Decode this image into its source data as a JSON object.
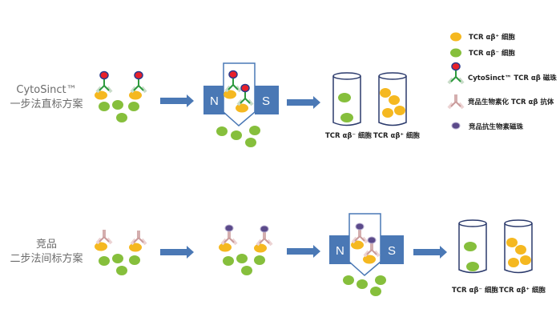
{
  "rows": [
    {
      "id": "cytosinct",
      "label_line1": "CytoSinct™",
      "label_line2": "一步法直标方案",
      "magnet": {
        "north": "N",
        "south": "S"
      },
      "tubes": [
        {
          "label": "TCR αβ⁻ 细胞",
          "cells": "negative",
          "count": 2
        },
        {
          "label": "TCR αβ⁺ 细胞",
          "cells": "positive",
          "count": 4
        }
      ]
    },
    {
      "id": "competitor",
      "label_line1": "竞品",
      "label_line2": "二步法间标方案",
      "magnet": {
        "north": "N",
        "south": "S"
      },
      "tubes": [
        {
          "label": "TCR αβ⁻ 细胞",
          "cells": "negative",
          "count": 2
        },
        {
          "label": "TCR αβ⁺ 细胞",
          "cells": "positive",
          "count": 4
        }
      ]
    }
  ],
  "legend": [
    {
      "icon": "orange-cell-icon",
      "label": "TCR αβ⁺ 细胞"
    },
    {
      "icon": "green-cell-icon",
      "label": "TCR αβ⁻ 细胞"
    },
    {
      "icon": "cytosinct-bead-antibody-icon",
      "label": "CytoSinct™  TCR αβ 磁珠"
    },
    {
      "icon": "biotin-antibody-icon",
      "label": "竞品生物素化 TCR αβ 抗体"
    },
    {
      "icon": "streptavidin-bead-icon",
      "label": "竞品抗生物素磁珠"
    }
  ],
  "colors": {
    "positive_cell": "#f5b820",
    "negative_cell": "#86bf3c",
    "magnet": "#4a78b5",
    "arrow": "#4a78b5",
    "bead_red": "#e8202a",
    "bead_border": "#2b3a8c",
    "antibody_green": "#2e9a3e",
    "antibody_pink": "#d4a5a5",
    "bead_purple": "#5b4a8a"
  }
}
